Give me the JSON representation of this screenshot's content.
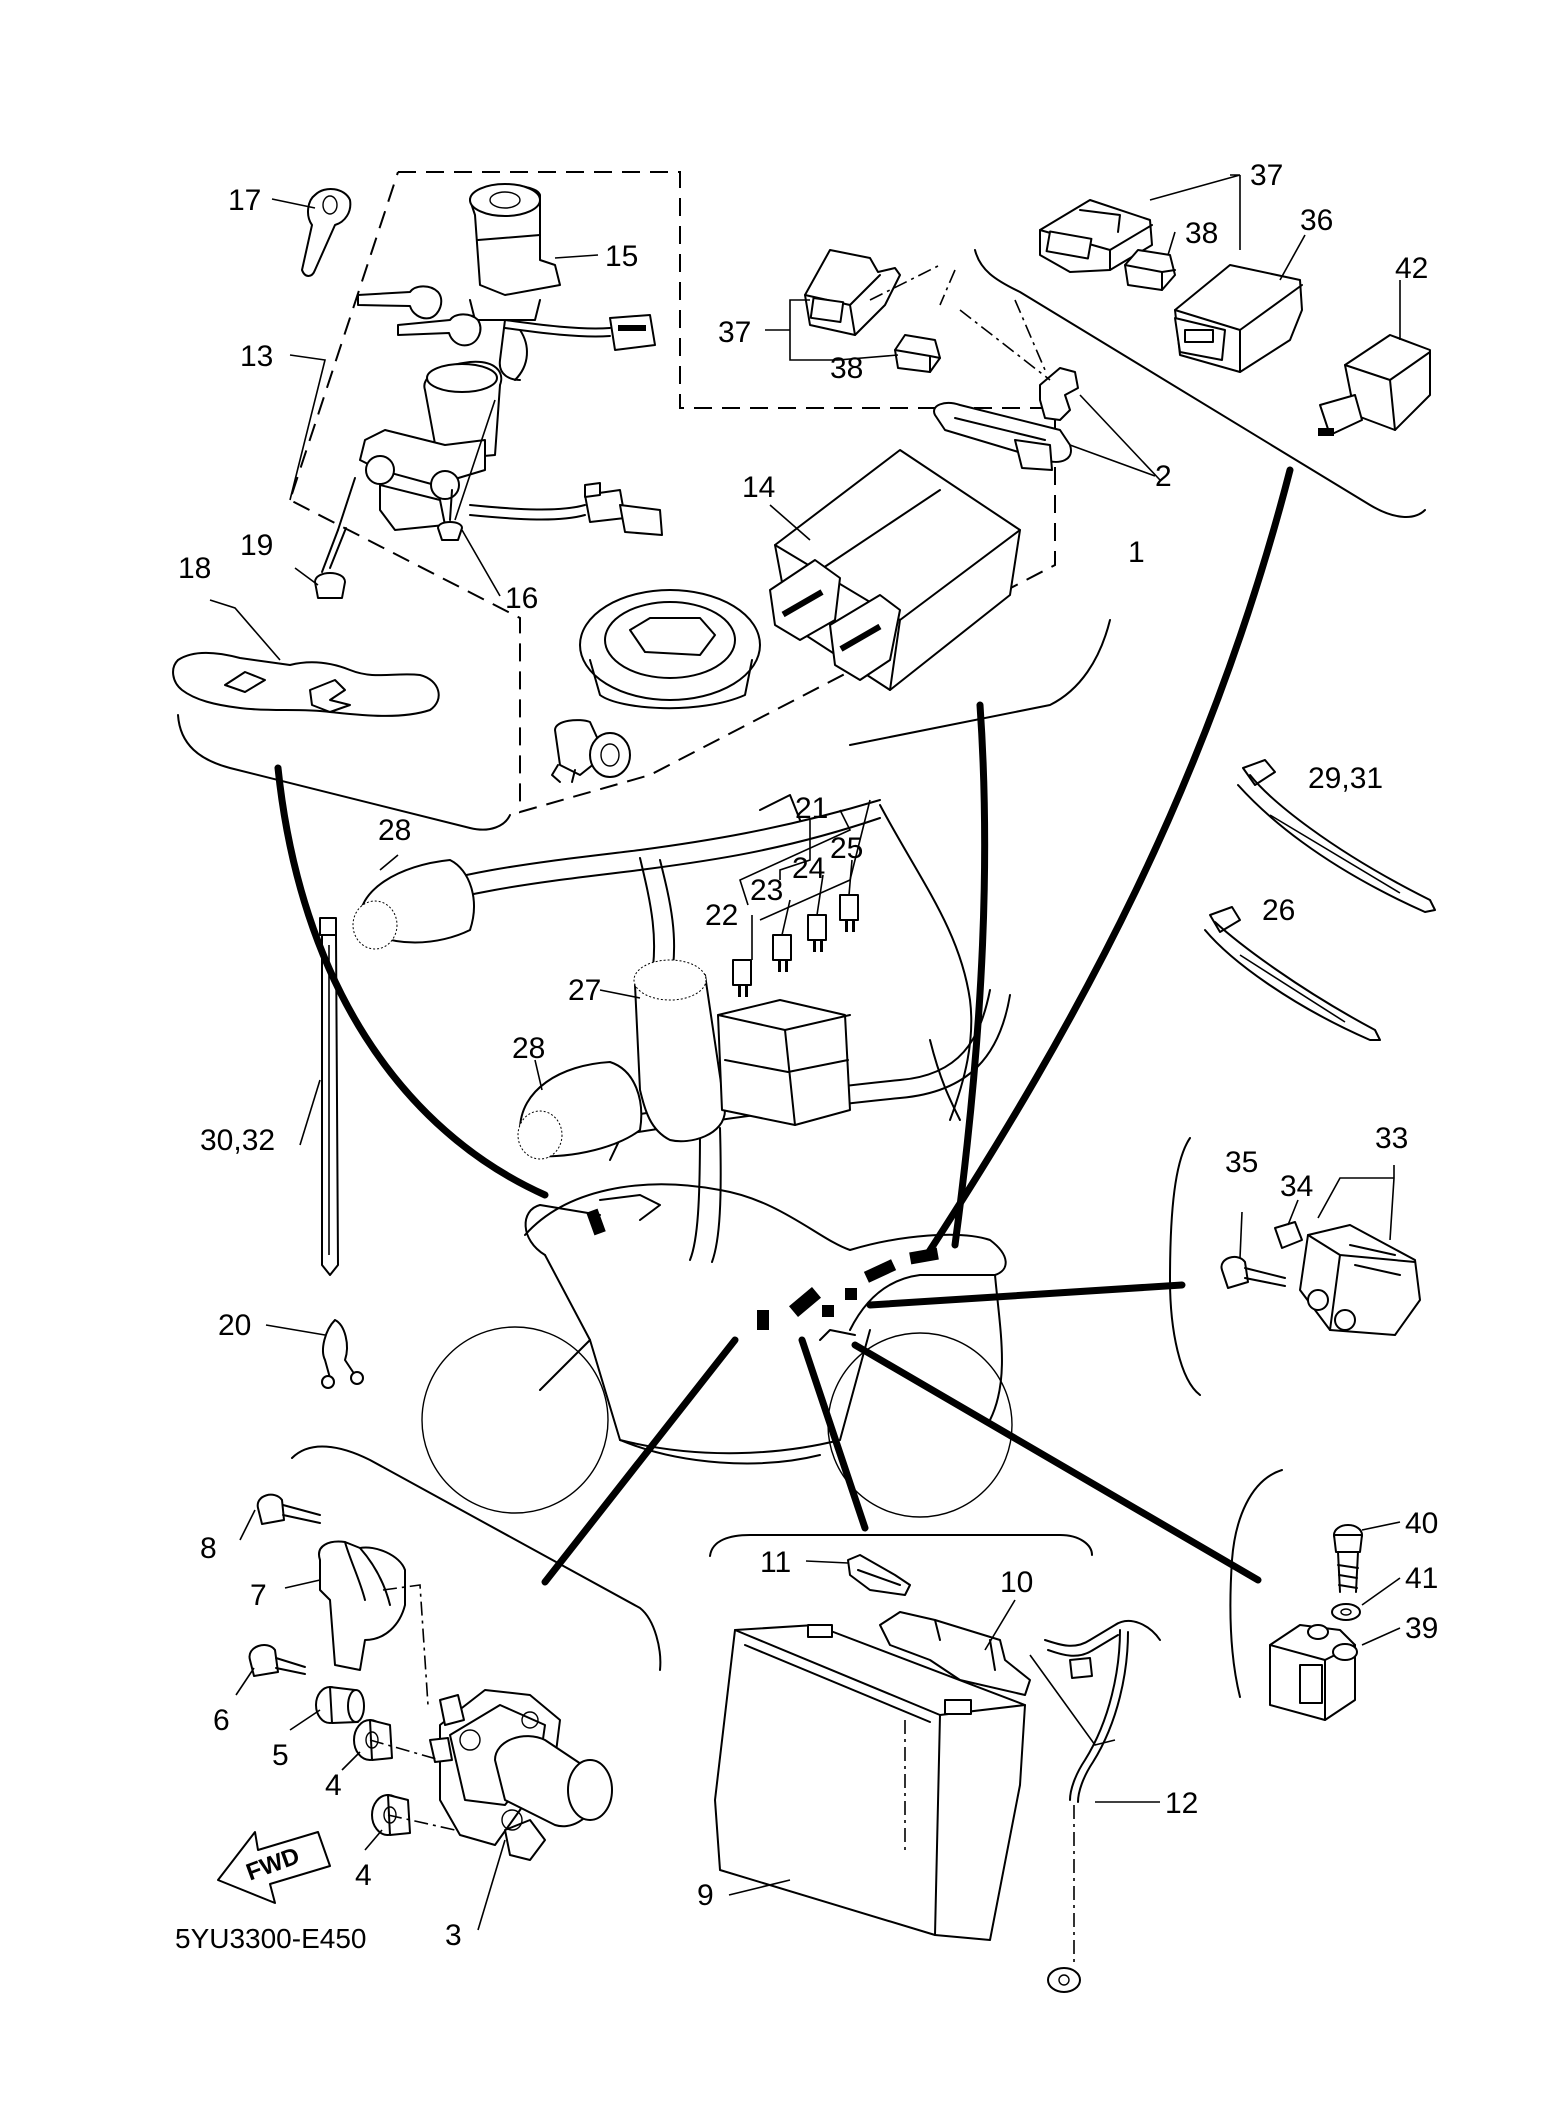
{
  "diagram_code": "5YU3300-E450",
  "fwd_label": "FWD",
  "callouts": {
    "p1": "1",
    "p2": "2",
    "p3": "3",
    "p4a": "4",
    "p4b": "4",
    "p5": "5",
    "p6": "6",
    "p7": "7",
    "p8": "8",
    "p9": "9",
    "p10": "10",
    "p11": "11",
    "p12": "12",
    "p13": "13",
    "p14": "14",
    "p15": "15",
    "p16": "16",
    "p17": "17",
    "p18": "18",
    "p19": "19",
    "p20": "20",
    "p21": "21",
    "p22": "22",
    "p23": "23",
    "p24": "24",
    "p25": "25",
    "p26": "26",
    "p27": "27",
    "p28a": "28",
    "p28b": "28",
    "p29_31": "29,31",
    "p30_32": "30,32",
    "p33": "33",
    "p34": "34",
    "p35": "35",
    "p36": "36",
    "p37a": "37",
    "p37b": "37",
    "p38a": "38",
    "p38b": "38",
    "p39": "39",
    "p40": "40",
    "p41": "41",
    "p42": "42"
  }
}
